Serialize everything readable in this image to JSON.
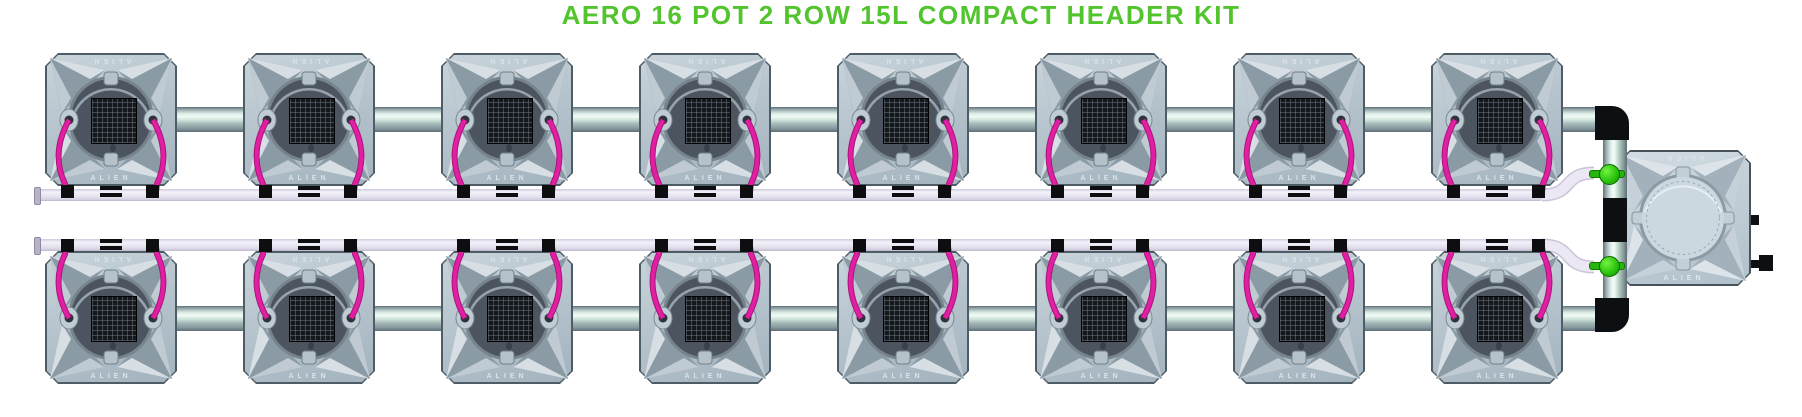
{
  "title": "AERO 16 POT 2 ROW 15L COMPACT HEADER KIT",
  "labels": {
    "pot_brand": "ALIEN",
    "tank_brand": "ALIEN"
  },
  "system": {
    "rows": 2,
    "pots_per_row": 8,
    "total_pots": 16,
    "pot_volume_label": "15L",
    "kit_style": "COMPACT HEADER KIT",
    "valve_count": 2
  },
  "colors": {
    "title_green": "#52c42e",
    "valve_green": "#2cc50e",
    "tube_pink": "#e11fa2",
    "feed_pipe_metal": "#cfe4da",
    "return_pipe_white": "#e9e6f2",
    "fitting_black": "#0d1013",
    "pot_body_gray": "#b3c1cb",
    "pot_lid_dark": "#4c555f",
    "tank_body_gray": "#c5d2da"
  }
}
